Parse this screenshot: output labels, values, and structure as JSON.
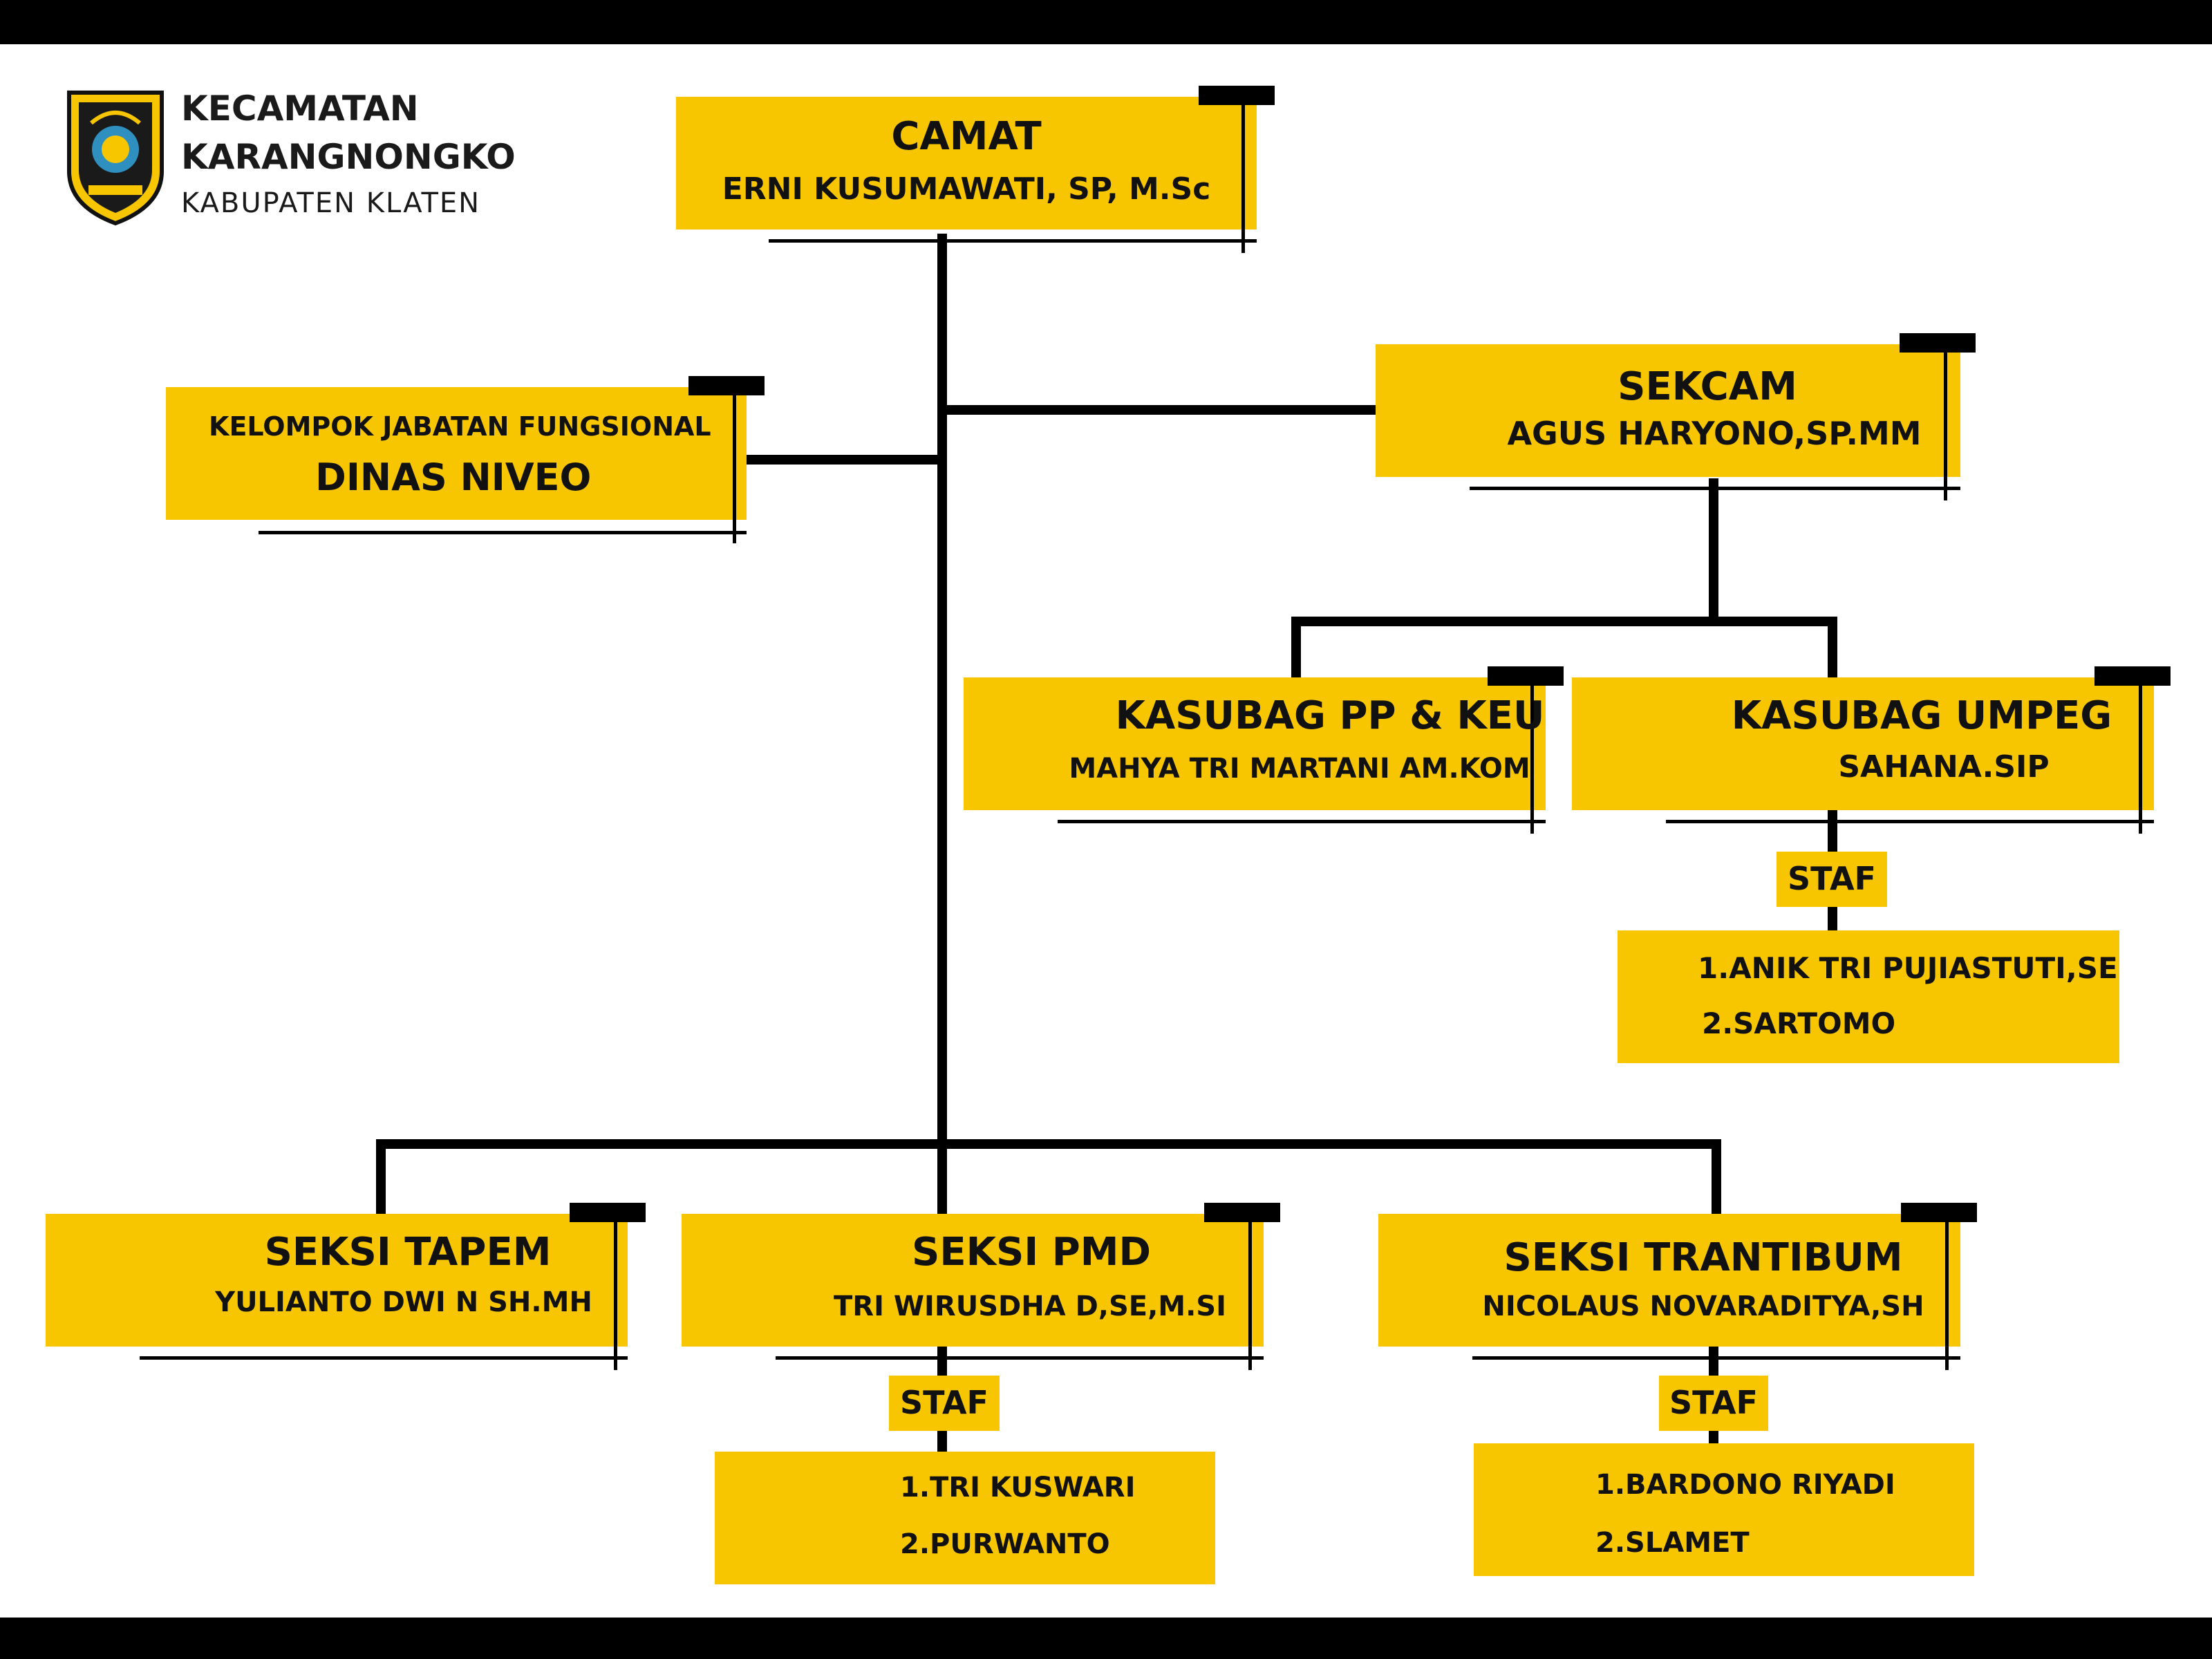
{
  "header": {
    "line1": "KECAMATAN",
    "line2": "KARANGNONGKO",
    "line3": "KABUPATEN KLATEN"
  },
  "emblem": {
    "icon": "regency-emblem-icon"
  },
  "colors": {
    "box": "#f7c600",
    "line": "#000000",
    "text": "#111111"
  },
  "nodes": {
    "camat": {
      "title": "CAMAT",
      "name": "ERNI KUSUMAWATI, SP, M.Sc"
    },
    "sekcam": {
      "title": "SEKCAM",
      "name": "AGUS HARYONO,SP.MM"
    },
    "fungsional": {
      "title": "KELOMPOK JABATAN FUNGSIONAL",
      "name": "DINAS NIVEO"
    },
    "kasubag_pp": {
      "title": "KASUBAG PP & KEU",
      "name": "MAHYA TRI MARTANI AM.KOM"
    },
    "kasubag_umpeg": {
      "title": "KASUBAG UMPEG",
      "name": "SAHANA.SIP",
      "staf_label": "STAF",
      "staf": [
        "1.ANIK TRI PUJIASTUTI,SE",
        "2.SARTOMO"
      ]
    },
    "seksi_tapem": {
      "title": "SEKSI TAPEM",
      "name": "YULIANTO DWI N SH.MH"
    },
    "seksi_pmd": {
      "title": "SEKSI PMD",
      "name": "TRI WIRUSDHA D,SE,M.SI",
      "staf_label": "STAF",
      "staf": [
        "1.TRI KUSWARI",
        "2.PURWANTO"
      ]
    },
    "seksi_trantibum": {
      "title": "SEKSI TRANTIBUM",
      "name": "NICOLAUS NOVARADITYA,SH",
      "staf_label": "STAF",
      "staf": [
        "1.BARDONO RIYADI",
        "2.SLAMET"
      ]
    }
  }
}
